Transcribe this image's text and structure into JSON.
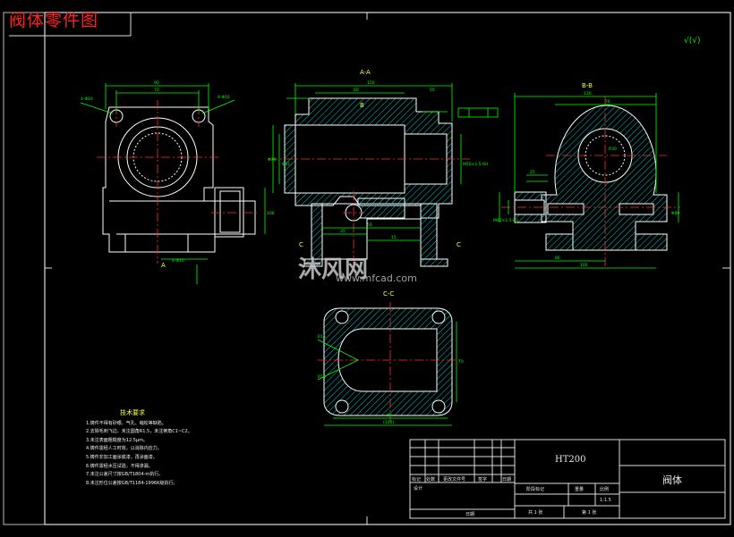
{
  "header": {
    "title": "阀体零件图"
  },
  "surface_symbol": "√(√)",
  "views": {
    "section_aa_title": "A-A",
    "section_bb_title": "B-B",
    "section_cc_title": "C-C",
    "marker_a": "A",
    "marker_b": "B",
    "marker_c": "C"
  },
  "dimensions": {
    "front_width_top": "90",
    "front_width_inner": "70",
    "front_hole_left": "4-Φ10",
    "front_hole_right": "4-Φ10",
    "front_bottom": "4-Φ10",
    "front_height": "106",
    "aa_total": "150",
    "aa_sub1": "60",
    "aa_sub2": "55",
    "aa_left_height": "Φ78",
    "aa_mid": "Φ41",
    "aa_bottom1": "50",
    "aa_bottom2": "35",
    "aa_bottom3": "15",
    "aa_right_v1": "M50×1.5-6H",
    "bb_total": "130",
    "bb_right": "76",
    "bb_r": "R30",
    "bb_left_thread": "M40×1.5-6g",
    "bb_mid": "25",
    "bb_side": "Φ80",
    "bb_bottom1": "80",
    "bb_bottom2": "100",
    "cc_outer": "(100)",
    "cc_inner": "60",
    "cc_r1": "R15",
    "cc_r2": "R16",
    "cc_h": "70"
  },
  "tech": {
    "title": "技术要求",
    "lines": [
      "1.铸件不得有砂眼、气孔、缩松等缺陷。",
      "2.去除毛刺飞边，未注圆角R1.5，未注倒角C1~C2。",
      "3.未注表面粗糙度为12.5μm。",
      "4.铸件需经人工时效，以消除内应力。",
      "5.铸件非加工面涂底漆，再涂面漆。",
      "6.铸件需经水压试验，不得渗漏。",
      "7.未注公差尺寸按GB/T1804-m执行。",
      "8.未注形位公差按GB/T1184-1996K级执行。"
    ]
  },
  "title_block": {
    "material": "HT200",
    "part_name": "阀体",
    "row_marks": "标记",
    "row_count": "处数",
    "row_doc": "更改文件号",
    "row_sign": "签字",
    "row_date": "日期",
    "designer": "设计",
    "stage": "阶段标记",
    "weight": "重量",
    "scale_label": "比例",
    "scale": "1:1.5",
    "approve": "日期",
    "sheets": "共 1 张",
    "sheet": "第 1 张"
  },
  "watermark": {
    "brand": "沐风网",
    "url": "www.mfcad.com"
  },
  "colors": {
    "background": "#000000",
    "outline": "#ffffff",
    "dimension": "#00ff00",
    "hatch": "#00c8c8",
    "center": "#ff3030",
    "text_highlight": "#ffff40",
    "header": "#ff2020"
  }
}
